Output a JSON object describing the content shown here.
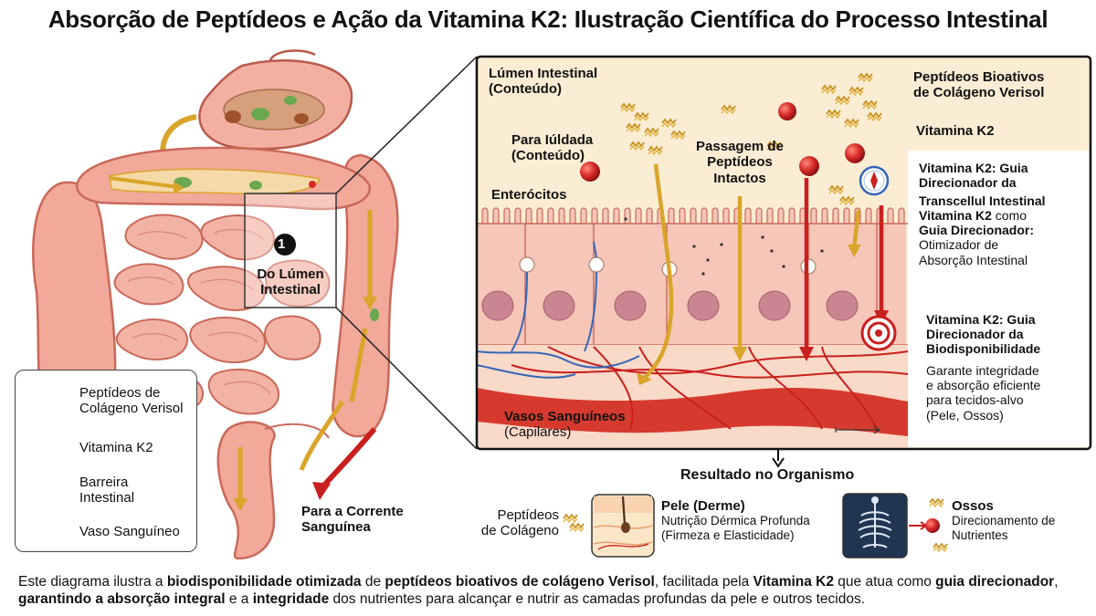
{
  "title": "Absorção de Peptídeos e Ação da Vitamina K2: Ilustração Científica do Processo Intestinal",
  "left_panel": {
    "step_number": "1",
    "callout_line1": "Do Lúmen",
    "callout_line2": "Intestinal",
    "bloodstream_line1": "Para a Corrente",
    "bloodstream_line2": "Sanguínea"
  },
  "legend": {
    "items": [
      {
        "line1": "Peptídeos de",
        "line2": "Colágeno Verisol",
        "icon": "peptide-icon"
      },
      {
        "line1": "Vitamina K2",
        "line2": "",
        "icon": "vitamin-k2-icon"
      },
      {
        "line1": "Barreira",
        "line2": "Intestinal",
        "icon": "intestinal-barrier-icon"
      },
      {
        "line1": "Vaso Sanguíneo",
        "line2": "",
        "icon": "blood-vessel-icon"
      }
    ]
  },
  "zoom_panel": {
    "lumen_line1": "Lúmen Intestinal",
    "lumen_line2": "(Conteúdo)",
    "para_line1": "Para Iúldada",
    "para_line2": "(Conteúdo)",
    "enterocitos": "Enterócitos",
    "passage_line1": "Passagem de",
    "passage_line2": "Peptídeos",
    "passage_line3": "Intactos",
    "peptides_line1": "Peptídeos Bioativos",
    "peptides_line2": "de Colágeno Verisol",
    "vitamin_k2": "Vitamina K2",
    "vessels_line1": "Vasos Sanguíneos",
    "vessels_line2": "(Capilares)"
  },
  "side_notes": {
    "guide_title_line1": "Vitamina K2: Guia",
    "guide_title_line2": "Direcionador da",
    "guide_title_line3": "Transcellul Intestinal",
    "guide_mixed_a": "Vitamina K2",
    "guide_mixed_b": " como",
    "guide_title_line5": "Guia Direcionador:",
    "guide_desc_line1": "Otimizador de",
    "guide_desc_line2": "Absorção Intestinal",
    "bio_title_line1": "Vitamina K2: Guia",
    "bio_title_line2": "Direcionador da",
    "bio_title_line3": "Biodisponibilidade",
    "bio_desc_line1": "Garante integridade",
    "bio_desc_line2": "e absorção eficiente",
    "bio_desc_line3": "para tecidos-alvo",
    "bio_desc_line4": "(Pele, Ossos)"
  },
  "result": {
    "heading": "Resultado no Organismo",
    "peptides_line1": "Peptídeos",
    "peptides_line2": "de Colágeno",
    "skin_title": "Pele (Derme)",
    "skin_line1": "Nutrição Dérmica Profunda",
    "skin_line2": "(Firmeza e Elasticidade)",
    "bones_title": "Ossos",
    "bones_line1": "Direcionamento de",
    "bones_line2": "Nutrientes"
  },
  "footer": {
    "t1": "Este diagrama ilustra a ",
    "b1": "biodisponibilidade otimizada",
    "t2": " de ",
    "b2": "peptídeos bioativos de colágeno Verisol",
    "t3": ", facilitada pela ",
    "b3": "Vitamina K2",
    "t4": " que atua como ",
    "b4": "guia direcionador",
    "t5": ", ",
    "b5": "garantindo a absorção integral",
    "t6": " e a ",
    "b6": "integridade",
    "t7": " dos nutrientes para alcançar e nutrir as camadas profundas da pele e outros tecidos."
  },
  "colors": {
    "intestine": "#f2a99a",
    "intestine_dark": "#c9695a",
    "peptide": "#d9a52a",
    "vitamin": "#d62828",
    "vessel_red": "#c8201e",
    "vessel_blue": "#3566b8",
    "lumen_bg": "#fbedd4",
    "cell_bg": "#f6c6b8"
  }
}
